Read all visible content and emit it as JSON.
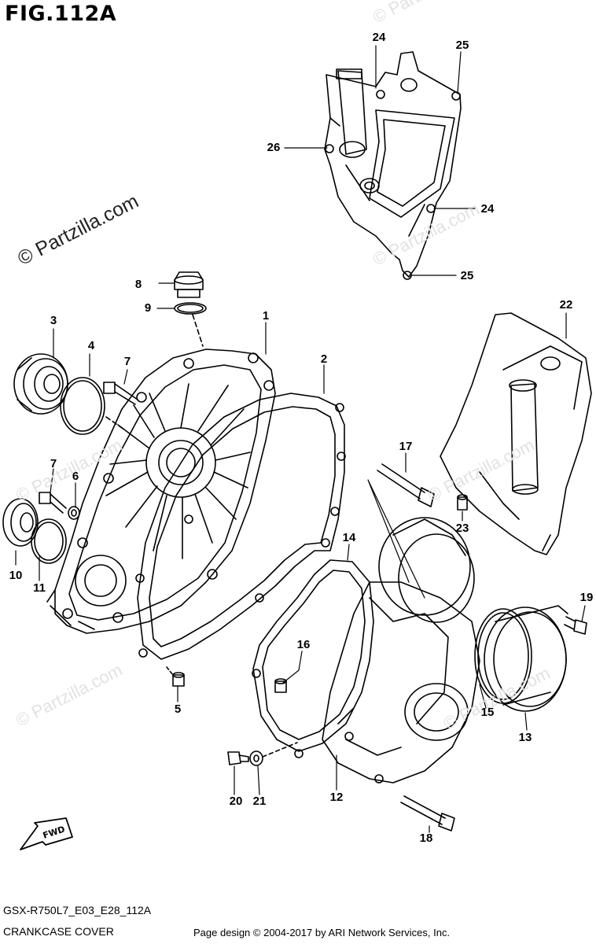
{
  "figure": {
    "title": "FIG.112A",
    "model_code": "GSX-R750L7_E03_E28_112A",
    "assembly_name": "CRANKCASE COVER",
    "credit": "Page design © 2004-2017 by ARI Network Services, Inc.",
    "watermark": "© Partzilla.com",
    "direction_label": "FWD"
  },
  "callouts": [
    {
      "key": "p1",
      "label": "1"
    },
    {
      "key": "p2",
      "label": "2"
    },
    {
      "key": "p3",
      "label": "3"
    },
    {
      "key": "p4",
      "label": "4"
    },
    {
      "key": "p5",
      "label": "5"
    },
    {
      "key": "p6",
      "label": "6"
    },
    {
      "key": "p7a",
      "label": "7"
    },
    {
      "key": "p7b",
      "label": "7"
    },
    {
      "key": "p8",
      "label": "8"
    },
    {
      "key": "p9",
      "label": "9"
    },
    {
      "key": "p10",
      "label": "10"
    },
    {
      "key": "p11",
      "label": "11"
    },
    {
      "key": "p12",
      "label": "12"
    },
    {
      "key": "p13",
      "label": "13"
    },
    {
      "key": "p14",
      "label": "14"
    },
    {
      "key": "p15",
      "label": "15"
    },
    {
      "key": "p16",
      "label": "16"
    },
    {
      "key": "p17",
      "label": "17"
    },
    {
      "key": "p18",
      "label": "18"
    },
    {
      "key": "p19",
      "label": "19"
    },
    {
      "key": "p20",
      "label": "20"
    },
    {
      "key": "p21",
      "label": "21"
    },
    {
      "key": "p22",
      "label": "22"
    },
    {
      "key": "p23",
      "label": "23"
    },
    {
      "key": "p24a",
      "label": "24"
    },
    {
      "key": "p24b",
      "label": "24"
    },
    {
      "key": "p25a",
      "label": "25"
    },
    {
      "key": "p25b",
      "label": "25"
    },
    {
      "key": "p26",
      "label": "26"
    }
  ]
}
